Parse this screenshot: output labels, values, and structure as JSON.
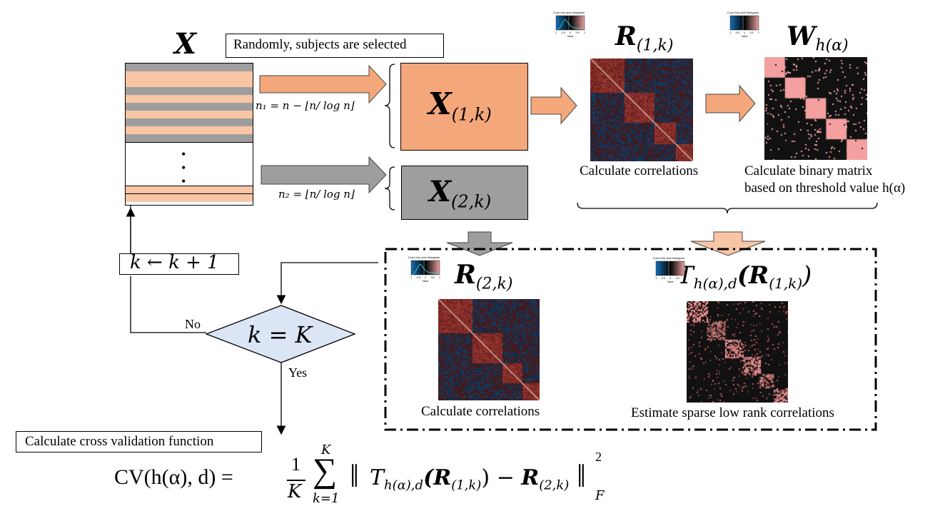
{
  "matrix_x": {
    "label": "X"
  },
  "random_selection_note": "Randomly, subjects are selected",
  "split": {
    "train_size": "n₁ = n − ⌊n/ log n⌋",
    "test_size": "n₂ = ⌊n/ log n⌋",
    "train_block": {
      "base": "X",
      "sub": "(1,k)"
    },
    "test_block": {
      "base": "X",
      "sub": "(2,k)"
    }
  },
  "r1": {
    "base": "R",
    "sub": "(1,k)",
    "caption": "Calculate correlations"
  },
  "w": {
    "base": "W",
    "sub": "h(α)",
    "caption_line1": "Calculate binary matrix",
    "caption_line2": "based on threshold value h(α)"
  },
  "r2": {
    "base": "R",
    "sub": "(2,k)",
    "caption": "Calculate correlations"
  },
  "t": {
    "label": "T",
    "sub": "h(α),d",
    "arg": "(R",
    "arg_sub": "(1,k)",
    "close": ")",
    "caption": "Estimate sparse low rank correlations"
  },
  "loop": {
    "increment": "k ← k + 1",
    "condition": "k = K",
    "no": "No",
    "yes": "Yes"
  },
  "cv": {
    "title": "Calculate cross validation function",
    "lhs": "CV(h(α), d) =",
    "frac_num": "1",
    "frac_den": "K",
    "sum_top": "K",
    "sum_bottom": "k=1",
    "sum_sign": "∑",
    "norm_open": "‖",
    "t_term": "T",
    "t_sub": "h(α),d",
    "inner": "(R",
    "inner_sub": "(1,k)",
    "minus": ") − ",
    "r_term": "R",
    "r_sub": "(2,k)",
    "norm_close": "‖",
    "sq": "2",
    "fro": "F"
  },
  "color_key": {
    "title": "Color Key and Histogram",
    "axis": "Value",
    "ticks": [
      "-1",
      "-0.5",
      "0",
      "0.5",
      "1"
    ]
  },
  "colors": {
    "train": "#f4a77a",
    "train_light": "#f9c6a5",
    "test": "#9e9e9e",
    "decision": "#dbe5f5",
    "heat_bg": "#111111",
    "heat_pink": "#f4a0a0"
  }
}
